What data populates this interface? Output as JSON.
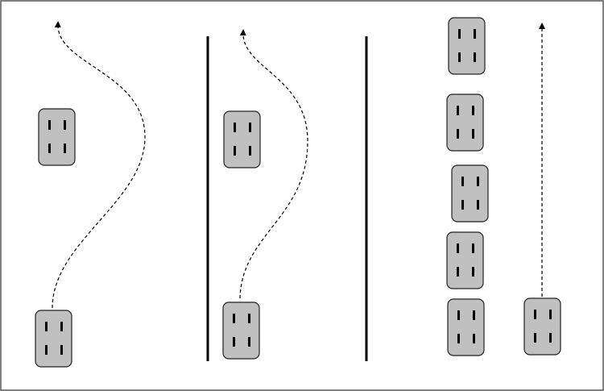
{
  "colors": {
    "frame": "#555555",
    "car_fill": "#c0c0c0",
    "car_stroke": "#222222",
    "wheel": "#000000",
    "divider": "#000000",
    "path": "#000000"
  },
  "panels": [
    {
      "id": "left",
      "obstacle_count": 1,
      "path": "curved-overtake",
      "ego_car": "bottom"
    },
    {
      "id": "middle",
      "obstacle_count": 1,
      "path": "curved-overtake",
      "ego_car": "bottom"
    },
    {
      "id": "right",
      "obstacle_count": 5,
      "path": "straight",
      "ego_car": "bottom"
    }
  ]
}
